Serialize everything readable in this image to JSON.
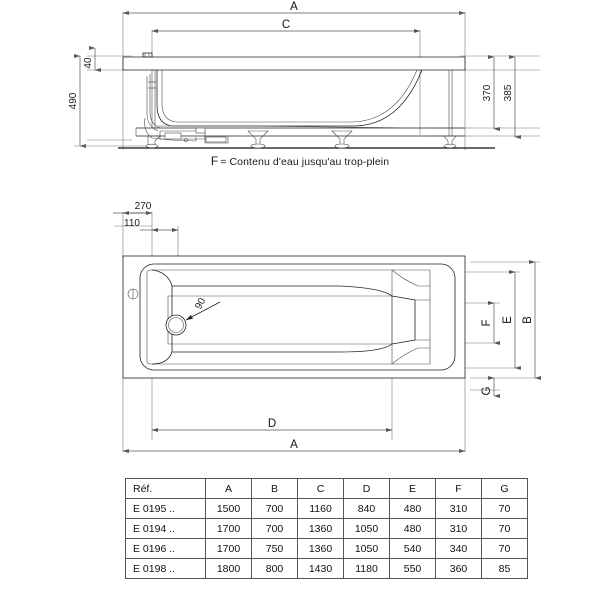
{
  "caption": {
    "letter": "F",
    "text": "= Contenu d'eau jusqu'au trop-plein"
  },
  "elevation": {
    "dim_a": "A",
    "dim_c": "C",
    "dim_40": "40",
    "dim_490": "490",
    "dim_370": "370",
    "dim_385": "385"
  },
  "plan": {
    "dim_270": "270",
    "dim_110": "110",
    "dim_90": "90",
    "dim_d": "D",
    "dim_a": "A",
    "dim_b": "B",
    "dim_e": "E",
    "dim_f": "F",
    "dim_g": "G"
  },
  "table": {
    "headers": [
      "Réf.",
      "A",
      "B",
      "C",
      "D",
      "E",
      "F",
      "G"
    ],
    "rows": [
      [
        "E 0195 ..",
        "1500",
        "700",
        "1160",
        "840",
        "480",
        "310",
        "70"
      ],
      [
        "E 0194 ..",
        "1700",
        "700",
        "1360",
        "1050",
        "480",
        "310",
        "70"
      ],
      [
        "E 0196 ..",
        "1700",
        "750",
        "1360",
        "1050",
        "540",
        "340",
        "70"
      ],
      [
        "E 0198 ..",
        "1800",
        "800",
        "1430",
        "1180",
        "550",
        "360",
        "85"
      ]
    ]
  }
}
